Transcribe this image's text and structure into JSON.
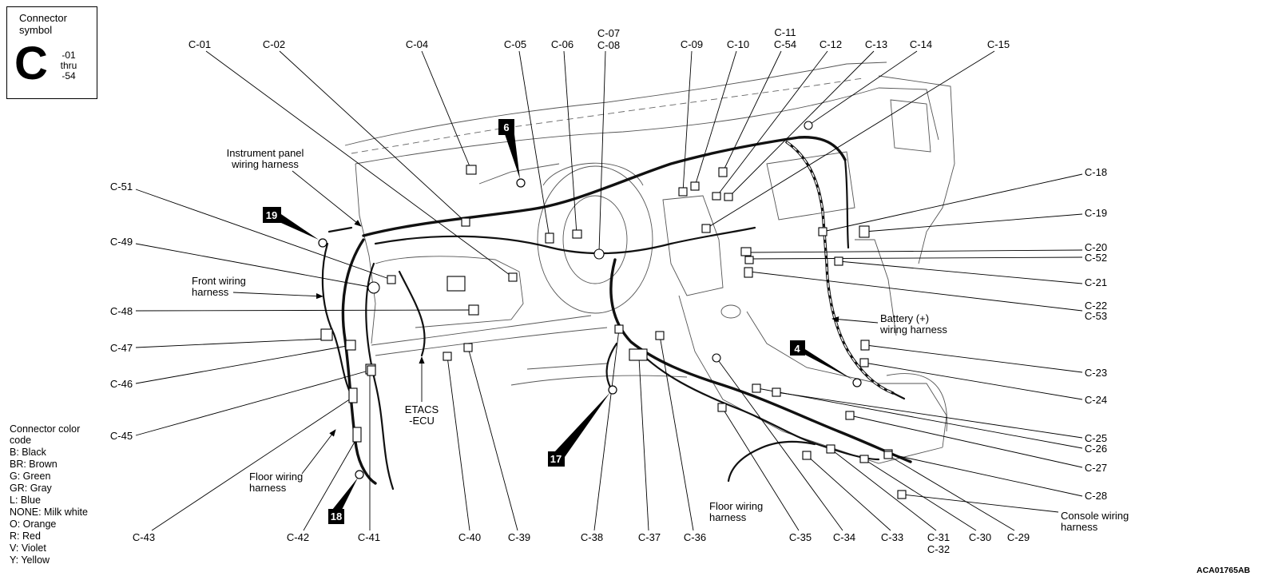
{
  "connector_symbol": {
    "title": [
      "Connector",
      "symbol"
    ],
    "letter": "C",
    "range": [
      "-01",
      "thru",
      "-54"
    ]
  },
  "color_code": {
    "title": [
      "Connector color",
      "code"
    ],
    "entries": [
      "B: Black",
      "BR: Brown",
      "G: Green",
      "GR: Gray",
      "L: Blue",
      "NONE: Milk white",
      "O: Orange",
      "R: Red",
      "V: Violet",
      "Y: Yellow"
    ]
  },
  "connectors": {
    "c01": "C-01",
    "c02": "C-02",
    "c04": "C-04",
    "c05": "C-05",
    "c06": "C-06",
    "c07": "C-07",
    "c08": "C-08",
    "c09": "C-09",
    "c10": "C-10",
    "c11": "C-11",
    "c54": "C-54",
    "c12": "C-12",
    "c13": "C-13",
    "c14": "C-14",
    "c15": "C-15",
    "c18": "C-18",
    "c19": "C-19",
    "c20": "C-20",
    "c52": "C-52",
    "c21": "C-21",
    "c22": "C-22",
    "c53": "C-53",
    "c23": "C-23",
    "c24": "C-24",
    "c25": "C-25",
    "c26": "C-26",
    "c27": "C-27",
    "c28": "C-28",
    "c29": "C-29",
    "c30": "C-30",
    "c31": "C-31",
    "c32": "C-32",
    "c33": "C-33",
    "c34": "C-34",
    "c35": "C-35",
    "c36": "C-36",
    "c37": "C-37",
    "c38": "C-38",
    "c39": "C-39",
    "c40": "C-40",
    "c41": "C-41",
    "c42": "C-42",
    "c43": "C-43",
    "c45": "C-45",
    "c46": "C-46",
    "c47": "C-47",
    "c48": "C-48",
    "c49": "C-49",
    "c51": "C-51"
  },
  "harness_labels": {
    "instrument_panel": [
      "Instrument panel",
      "wiring harness"
    ],
    "front": [
      "Front wiring",
      "harness"
    ],
    "etacs": [
      "ETACS",
      "-ECU"
    ],
    "floor_left": [
      "Floor wiring",
      "harness"
    ],
    "floor_center": [
      "Floor wiring",
      "harness"
    ],
    "battery": [
      "Battery (+)",
      "wiring harness"
    ],
    "console": [
      "Console wiring",
      "harness"
    ]
  },
  "callouts": {
    "n6": "6",
    "n19": "19",
    "n4": "4",
    "n17": "17",
    "n18": "18"
  },
  "figure_id": "ACA01765AB"
}
